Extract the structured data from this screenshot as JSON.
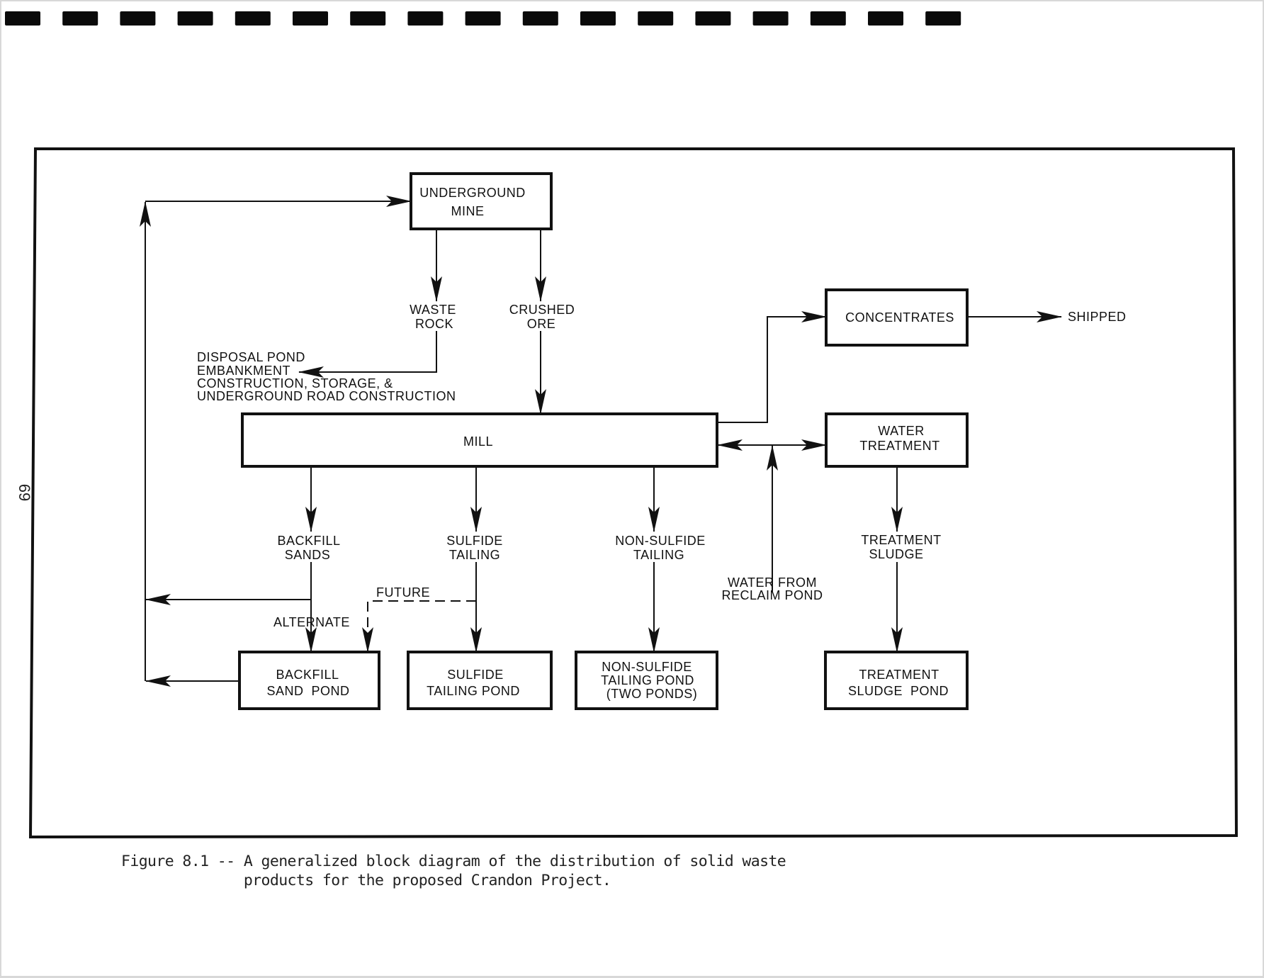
{
  "page": {
    "page_number": "69",
    "binding_marks_count": 17
  },
  "diagram": {
    "nodes": {
      "underground_mine": [
        "UNDERGROUND",
        "MINE"
      ],
      "mill": [
        "MILL"
      ],
      "concentrates": [
        "CONCENTRATES"
      ],
      "water_treatment": [
        "WATER",
        "TREATMENT"
      ],
      "backfill_sand_pond": [
        "BACKFILL",
        "SAND  POND"
      ],
      "sulfide_tailing_pond": [
        "SULFIDE",
        "TAILING POND"
      ],
      "non_sulfide_tailing_pond": [
        "NON-SULFIDE",
        "TAILING POND",
        "(TWO PONDS)"
      ],
      "treatment_sludge_pond": [
        "TREATMENT",
        "SLUDGE  POND"
      ]
    },
    "labels": {
      "waste_rock": [
        "WASTE",
        "ROCK"
      ],
      "crushed_ore": [
        "CRUSHED",
        "ORE"
      ],
      "disposal": [
        "DISPOSAL POND",
        "EMBANKMENT",
        "CONSTRUCTION, STORAGE, &",
        "UNDERGROUND ROAD CONSTRUCTION"
      ],
      "shipped": "SHIPPED",
      "backfill_sands": [
        "BACKFILL",
        "SANDS"
      ],
      "sulfide_tailing": [
        "SULFIDE",
        "TAILING"
      ],
      "non_sulfide_tailing": [
        "NON-SULFIDE",
        "TAILING"
      ],
      "water_from_reclaim": [
        "WATER FROM",
        "RECLAIM POND"
      ],
      "treatment_sludge": [
        "TREATMENT",
        "SLUDGE"
      ],
      "future": "FUTURE",
      "alternate": "ALTERNATE"
    },
    "edges": [
      {
        "from": "underground_mine",
        "to": "waste_rock",
        "style": "solid"
      },
      {
        "from": "waste_rock",
        "to": "disposal",
        "style": "solid"
      },
      {
        "from": "underground_mine",
        "to": "crushed_ore",
        "style": "solid"
      },
      {
        "from": "crushed_ore",
        "to": "mill",
        "style": "solid"
      },
      {
        "from": "mill",
        "to": "concentrates",
        "style": "solid"
      },
      {
        "from": "concentrates",
        "to": "shipped",
        "style": "solid"
      },
      {
        "from": "mill",
        "to": "water_treatment",
        "style": "bidirectional"
      },
      {
        "from": "water_from_reclaim",
        "to": "mill-water_treatment link",
        "style": "solid"
      },
      {
        "from": "mill",
        "to": "backfill_sands",
        "style": "solid"
      },
      {
        "from": "backfill_sands",
        "to": "underground_mine",
        "style": "solid"
      },
      {
        "from": "backfill_sands",
        "to": "backfill_sand_pond",
        "style": "alternate"
      },
      {
        "from": "backfill_sand_pond",
        "to": "underground_mine",
        "style": "solid"
      },
      {
        "from": "mill",
        "to": "sulfide_tailing",
        "style": "solid"
      },
      {
        "from": "sulfide_tailing",
        "to": "sulfide_tailing_pond",
        "style": "solid"
      },
      {
        "from": "sulfide_tailing",
        "to": "backfill_sand_pond",
        "style": "dashed-future"
      },
      {
        "from": "mill",
        "to": "non_sulfide_tailing",
        "style": "solid"
      },
      {
        "from": "non_sulfide_tailing",
        "to": "non_sulfide_tailing_pond",
        "style": "solid"
      },
      {
        "from": "water_treatment",
        "to": "treatment_sludge",
        "style": "solid"
      },
      {
        "from": "treatment_sludge",
        "to": "treatment_sludge_pond",
        "style": "solid"
      }
    ]
  },
  "caption": {
    "line1": "Figure 8.1 -- A generalized block diagram of the distribution of solid waste",
    "line2": "              products for the proposed Crandon Project."
  },
  "colors": {
    "ink": "#111111",
    "paper": "#ffffff"
  }
}
